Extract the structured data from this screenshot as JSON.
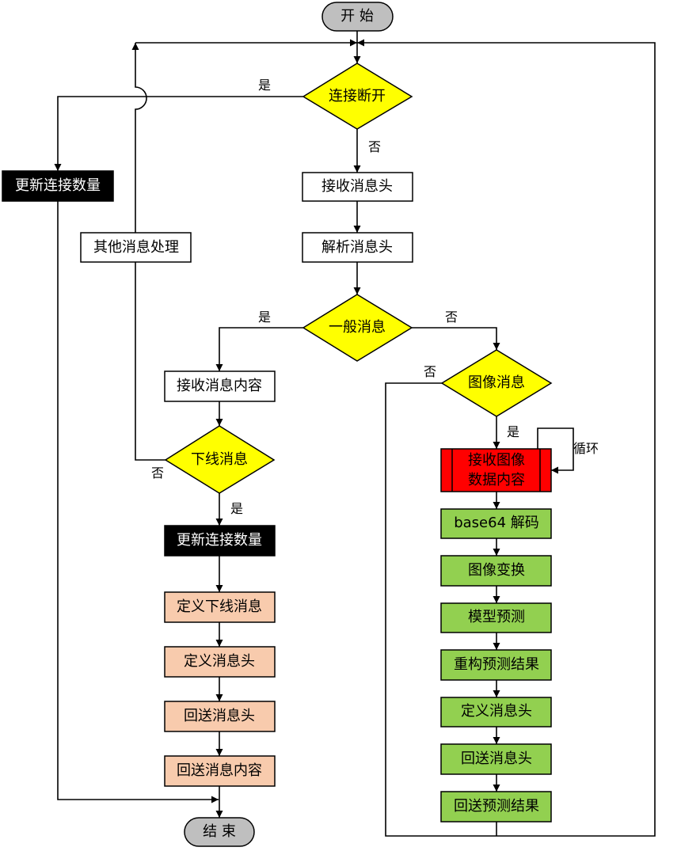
{
  "diagram": {
    "start": "开 始",
    "end": "结 束",
    "decisions": {
      "disconnect": "连接断开",
      "general_msg": "一般消息",
      "image_msg": "图像消息",
      "offline_msg": "下线消息"
    },
    "process": {
      "update_conn_top": "更新连接数量",
      "other_msg": "其他消息处理",
      "recv_header": "接收消息头",
      "parse_header": "解析消息头",
      "recv_content": "接收消息内容",
      "update_conn_mid": "更新连接数量",
      "define_offline": "定义下线消息",
      "define_header_left": "定义消息头",
      "return_header_left": "回送消息头",
      "return_content": "回送消息内容",
      "recv_image": "接收图像\n数据内容",
      "base64": "base64 解码",
      "transform": "图像变换",
      "predict": "模型预测",
      "rebuild": "重构预测结果",
      "define_header_right": "定义消息头",
      "return_header_right": "回送消息头",
      "return_result": "回送预测结果"
    },
    "edge_labels": {
      "yes_disconnect": "是",
      "no_disconnect": "否",
      "yes_general": "是",
      "no_general": "否",
      "no_image": "否",
      "yes_image": "是",
      "loop": "循环",
      "no_offline": "否",
      "yes_offline": "是"
    },
    "colors": {
      "decision": "#ffff00",
      "terminal": "#bfbfbf",
      "black_box": "#000000",
      "red_box": "#ff0000",
      "green_box": "#92d050",
      "peach_box": "#f8cbad",
      "white_box": "#ffffff"
    }
  }
}
